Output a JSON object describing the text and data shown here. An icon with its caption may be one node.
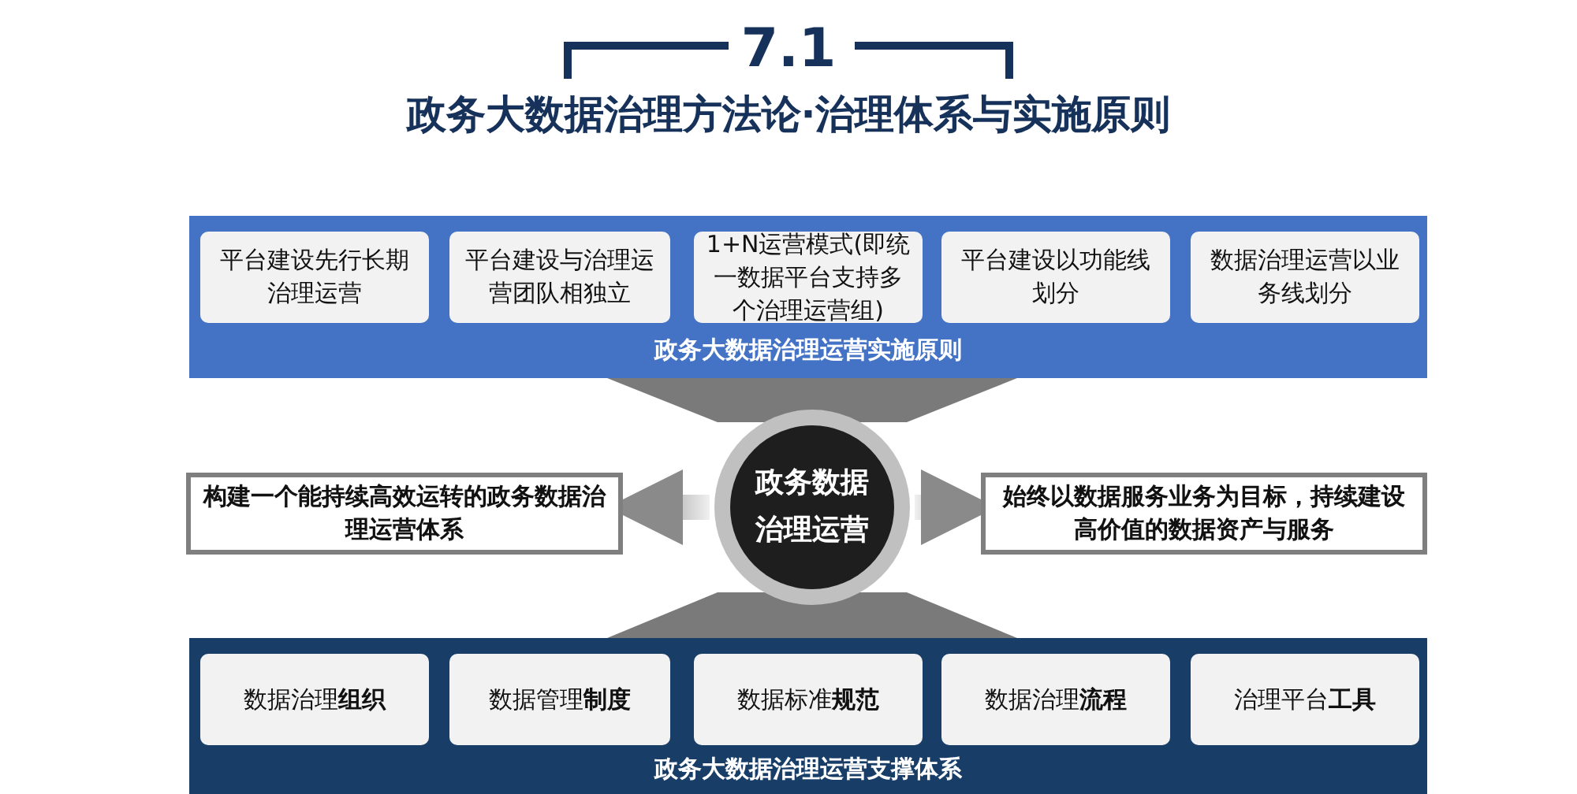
{
  "diagram": {
    "title": "政务大数据治理方法论·治理体系与实施原则",
    "nodes": [
      {
        "text": [
          "政务大数据治理运营实施原则"
        ]
      },
      {
        "text": [
          "平台建设先行长期治理运营"
        ],
        "in": 0
      },
      {
        "text": [
          "平台建设与治理运营团队相独立"
        ],
        "in": 0
      },
      {
        "text": [
          "1+N运营模式(即统一数据平台支持多个治理运营组)"
        ],
        "in": 0
      },
      {
        "text": [
          "平台建设以功能线划分"
        ],
        "in": 0
      },
      {
        "text": [
          "数据治理运营以业务线划分"
        ],
        "in": 0
      },
      {
        "text": [
          "构建一个能持续高效运转的政务数据治理运营体系"
        ]
      },
      {
        "text": [
          "政务数据治理运营"
        ]
      },
      {
        "text": [
          "始终以数据服务业务为目标，持续建设高价值的数据资产与服务"
        ]
      },
      {
        "text": [
          "政务大数据治理运营支撑体系"
        ]
      },
      {
        "text": [
          "数据治理**组织**"
        ],
        "in": 9
      },
      {
        "text": [
          "数据管理**制度**"
        ],
        "in": 9
      },
      {
        "text": [
          "数据标准**规范**"
        ],
        "in": 9
      },
      {
        "text": [
          "数据治理**流程**"
        ],
        "in": 9
      },
      {
        "text": [
          "治理平台**工具**"
        ],
        "in": 9
      }
    ],
    "edges": [
      {
        "from": 0,
        "to": 7,
        "arrow": "none"
      },
      {
        "from": 9,
        "to": 7,
        "arrow": "none"
      },
      {
        "from": 7,
        "to": 6,
        "arrow": "to"
      },
      {
        "from": 7,
        "to": 8,
        "arrow": "to"
      }
    ],
    "labels": [
      "7.1"
    ]
  }
}
